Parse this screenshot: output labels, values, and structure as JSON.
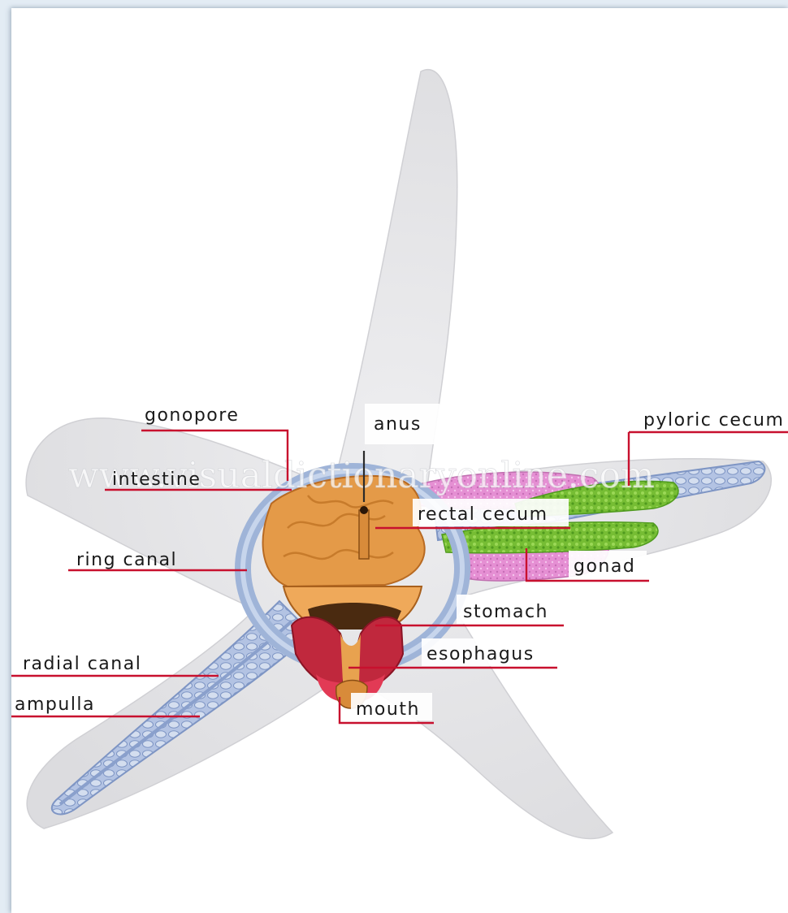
{
  "watermark": "www.visualdictionaryonline.com",
  "labels": {
    "gonopore": "gonopore",
    "anus": "anus",
    "pyloric_cecum": "pyloric cecum",
    "intestine": "intestine",
    "rectal_cecum": "rectal cecum",
    "ring_canal": "ring canal",
    "gonad": "gonad",
    "stomach": "stomach",
    "radial_canal": "radial canal",
    "esophagus": "esophagus",
    "ampulla": "ampulla",
    "mouth": "mouth"
  },
  "colors": {
    "leader_line": "#c8102e",
    "starfish_body": "#e6e6e8",
    "canal": "#9fb4d8",
    "intestine": "#e49a48",
    "stomach": "#c0283d",
    "gonad": "#e48fd2",
    "pyloric_cecum": "#7ec43a"
  }
}
